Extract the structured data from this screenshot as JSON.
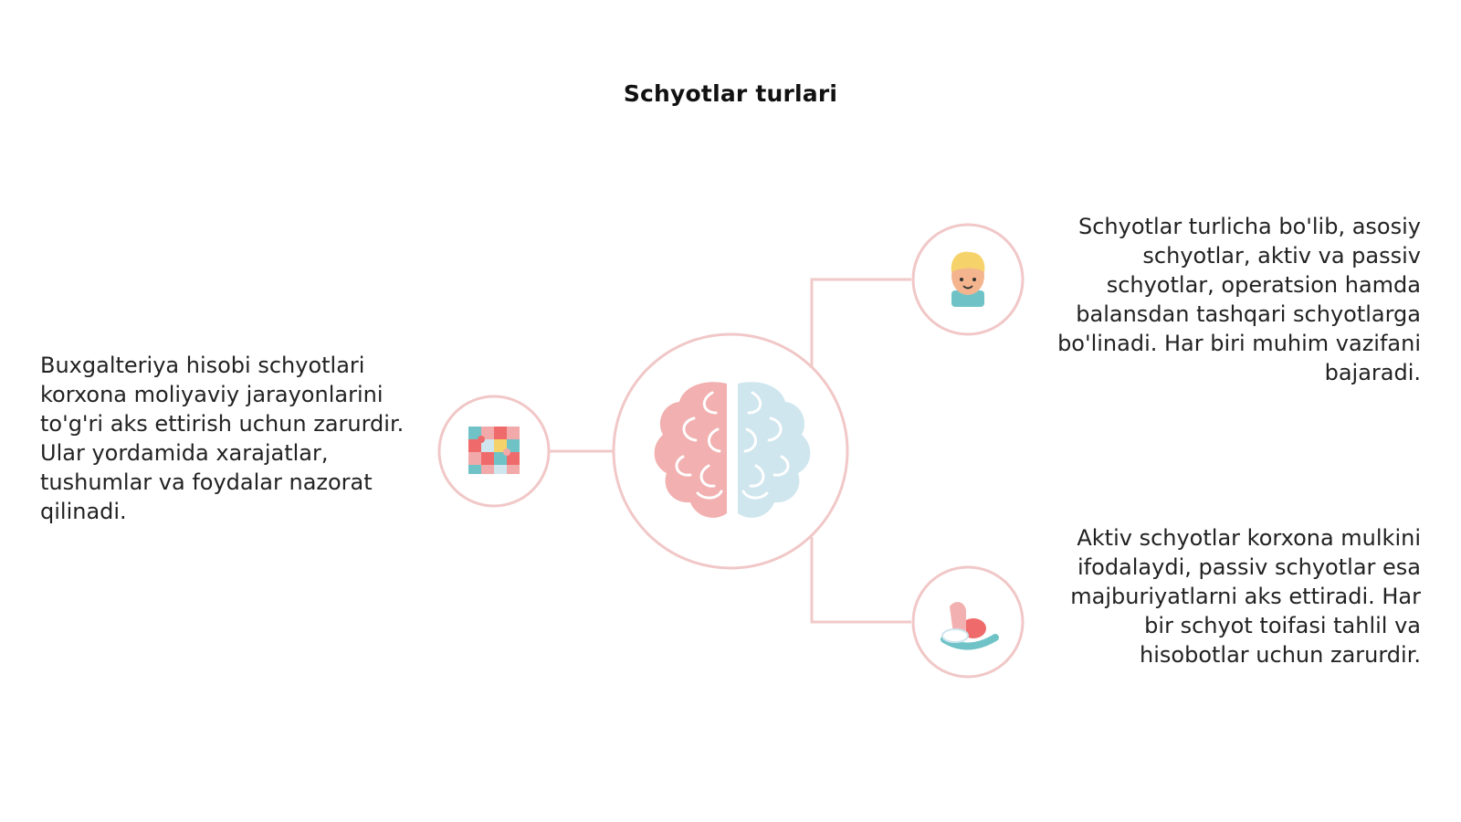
{
  "slide": {
    "title": "Schyotlar turlari"
  },
  "nodes": {
    "left": {
      "icon": "puzzle-icon",
      "text": "Buxgalteriya hisobi schyotlari korxona moliyaviy jarayonlarini to'g'ri aks ettirish uchun zarurdir. Ular yordamida xarajatlar, tushumlar va foydalar nazorat qilinadi."
    },
    "right_top": {
      "icon": "child-face-icon",
      "text": "Schyotlar turlicha bo'lib, asosiy schyotlar, aktiv va passiv schyotlar, operatsion hamda balansdan tashqari schyotlarga bo'linadi. Har biri muhim vazifani bajaradi."
    },
    "right_bottom": {
      "icon": "rocking-horse-icon",
      "text": "Aktiv schyotlar korxona mulkini ifodalaydi, passiv schyotlar esa majburiyatlarni aks ettiradi. Har bir schyot toifasi tahlil va hisobotlar uchun zarurdir."
    },
    "center": {
      "icon": "brain-icon"
    }
  },
  "colors": {
    "line": "#f0c9c9",
    "circle": "#f1c7c7",
    "pink": "#f2a9a9",
    "blue": "#cfe6ee",
    "coral": "#ef6b6b",
    "teal": "#6fc3c7",
    "yellow": "#f6d36a",
    "skin": "#f4b48e"
  }
}
